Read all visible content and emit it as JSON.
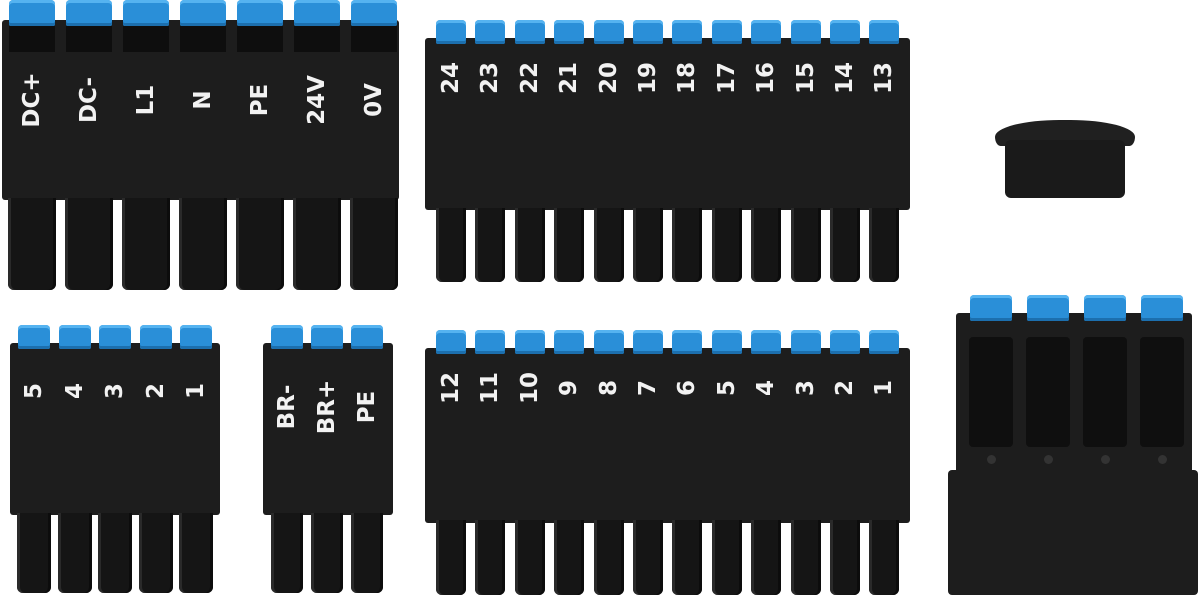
{
  "connectors": {
    "power": [
      "DC+",
      "DC-",
      "L1",
      "N",
      "PE",
      "24V",
      "0V"
    ],
    "io_upper": [
      "24",
      "23",
      "22",
      "21",
      "20",
      "19",
      "18",
      "17",
      "16",
      "15",
      "14",
      "13"
    ],
    "io_five": [
      "5",
      "4",
      "3",
      "2",
      "1"
    ],
    "brake": [
      "BR-",
      "BR+",
      "PE"
    ],
    "io_lower": [
      "12",
      "11",
      "10",
      "9",
      "8",
      "7",
      "6",
      "5",
      "4",
      "3",
      "2",
      "1"
    ]
  },
  "colors": {
    "latch": "#2a8fd8",
    "housing": "#1d1d1d"
  }
}
